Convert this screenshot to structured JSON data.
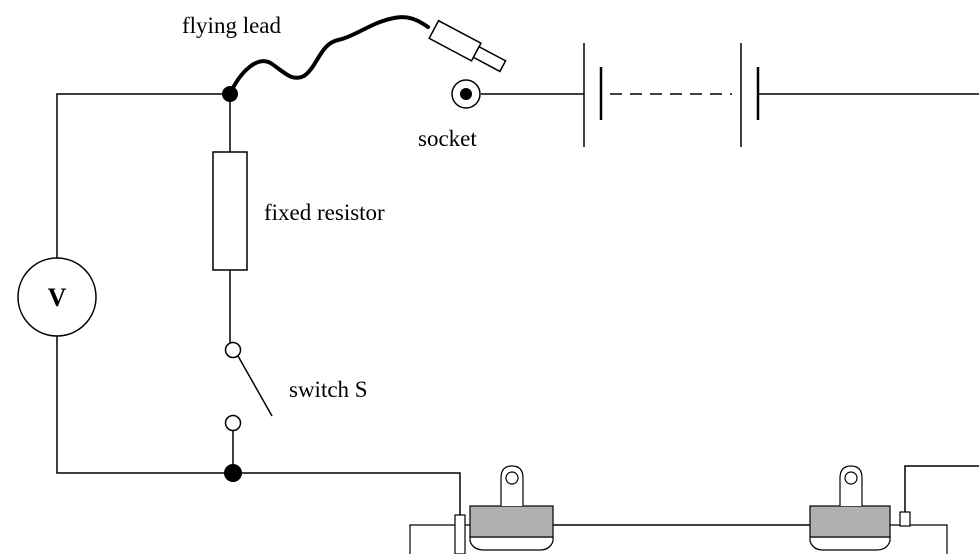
{
  "labels": {
    "flying_lead": "flying lead",
    "socket": "socket",
    "fixed_resistor": "fixed resistor",
    "switch": "switch S",
    "voltmeter": "V"
  },
  "colors": {
    "line": "#000000",
    "clip_fill": "#b0b0b0",
    "background": "#ffffff"
  }
}
